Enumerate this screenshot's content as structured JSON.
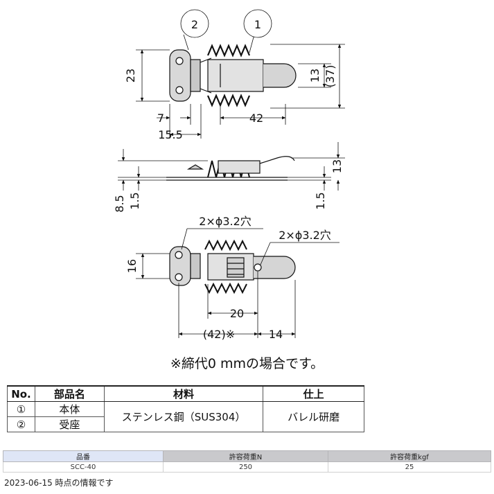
{
  "dimensions": {
    "callout_2": "2",
    "callout_1": "1",
    "top_23": "23",
    "top_13": "13",
    "top_37": "(37)",
    "top_7": "7",
    "top_42": "42",
    "top_15_5": "15.5",
    "side_8_5": "8.5",
    "side_1_5_left": "1.5",
    "side_13": "13",
    "side_1_5_right": "1.5",
    "hole_left": "2×ϕ3.2穴",
    "hole_right": "2×ϕ3.2穴",
    "bottom_16": "16",
    "bottom_20": "20",
    "bottom_42": "(42)※",
    "bottom_14": "14"
  },
  "note": "※締代0 mmの場合です。",
  "parts_table": {
    "headers": [
      "No.",
      "部品名",
      "材料",
      "仕上"
    ],
    "rows": [
      {
        "no": "①",
        "name": "本体"
      },
      {
        "no": "②",
        "name": "受座"
      }
    ],
    "material": "ステンレス鋼（SUS304）",
    "finish": "バレル研磨"
  },
  "spec_table": {
    "headers": [
      "品番",
      "許容荷重N",
      "許容荷重kgf"
    ],
    "row": [
      "SCC-40",
      "250",
      "25"
    ]
  },
  "footer": "2023-06-15 時点の情報です"
}
